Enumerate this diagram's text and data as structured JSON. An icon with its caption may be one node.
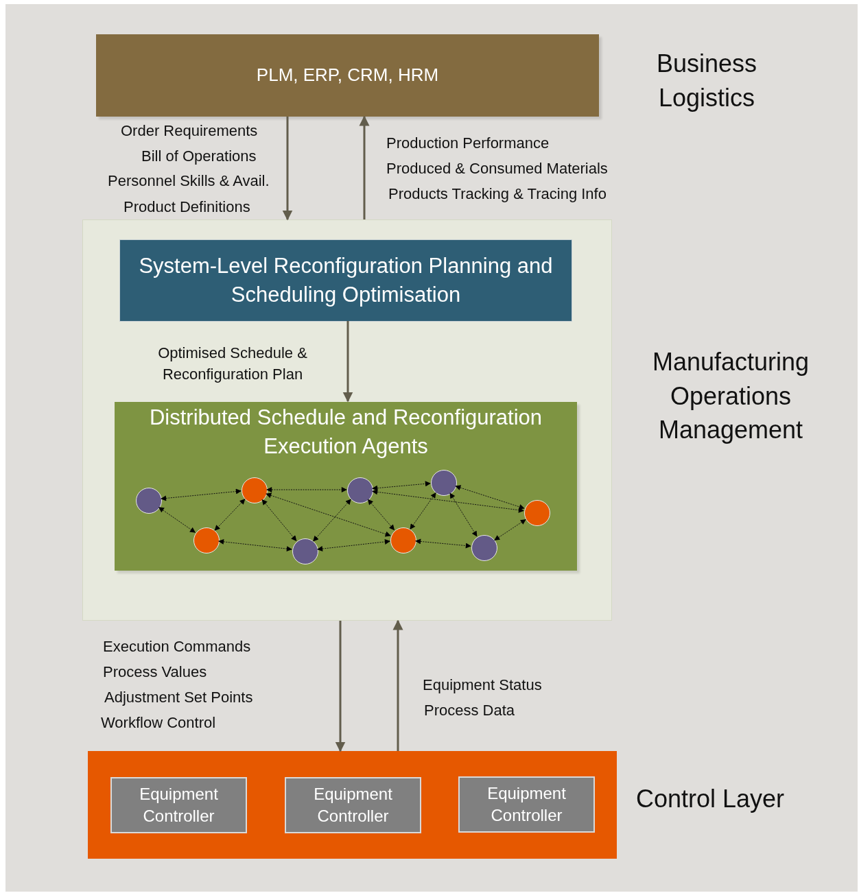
{
  "diagram": {
    "nodes": [
      {
        "text": [
          "PLM, ERP, CRM, HRM"
        ],
        "beside": [
          "Business Logistics"
        ]
      },
      {
        "text": [],
        "shape": "box",
        "beside": [
          "Manufacturing Operations Management"
        ]
      },
      {
        "text": [
          "System-Level Reconfiguration Planning and Scheduling Optimisation"
        ],
        "in": 1
      },
      {
        "text": [
          "Distributed Schedule and Reconfiguration Execution Agents"
        ],
        "in": 1
      },
      {
        "text": [],
        "shape": "circle",
        "in": 3
      },
      {
        "text": [],
        "shape": "circle",
        "in": 3
      },
      {
        "text": [],
        "shape": "circle",
        "in": 3
      },
      {
        "text": [],
        "shape": "circle",
        "in": 3
      },
      {
        "text": [],
        "shape": "circle",
        "in": 3
      },
      {
        "text": [],
        "shape": "circle",
        "in": 3
      },
      {
        "text": [],
        "shape": "circle",
        "in": 3
      },
      {
        "text": [],
        "shape": "circle",
        "in": 3
      },
      {
        "text": [],
        "shape": "circle",
        "in": 3
      },
      {
        "text": [],
        "shape": "box",
        "beside": [
          "Control Layer"
        ]
      },
      {
        "text": [
          "Equipment Controller"
        ],
        "in": 13
      },
      {
        "text": [
          "Equipment Controller"
        ],
        "in": 13
      },
      {
        "text": [
          "Equipment Controller"
        ],
        "in": 13
      }
    ],
    "edges": [
      {
        "from": 0,
        "to": 1,
        "arrow": "to",
        "style": "thick",
        "color": "#625d4c"
      },
      {
        "from": 1,
        "to": 0,
        "arrow": "to",
        "style": "thick",
        "color": "#625d4c"
      },
      {
        "from": 2,
        "to": 3,
        "arrow": "to",
        "style": "thick",
        "color": "#625d4c"
      },
      {
        "from": 1,
        "to": 13,
        "arrow": "to",
        "style": "thick",
        "color": "#625d4c"
      },
      {
        "from": 13,
        "to": 1,
        "arrow": "to",
        "style": "thick",
        "color": "#625d4c"
      },
      {
        "from": 4,
        "to": 6,
        "arrow": "both",
        "style": "dashed"
      },
      {
        "from": 4,
        "to": 5,
        "arrow": "both",
        "style": "dashed"
      },
      {
        "from": 6,
        "to": 5,
        "arrow": "both",
        "style": "dashed"
      },
      {
        "from": 6,
        "to": 8,
        "arrow": "both",
        "style": "dashed"
      },
      {
        "from": 6,
        "to": 7,
        "arrow": "both",
        "style": "dashed"
      },
      {
        "from": 6,
        "to": 9,
        "arrow": "both",
        "style": "dashed"
      },
      {
        "from": 5,
        "to": 7,
        "arrow": "both",
        "style": "dashed"
      },
      {
        "from": 8,
        "to": 7,
        "arrow": "both",
        "style": "dashed"
      },
      {
        "from": 7,
        "to": 9,
        "arrow": "both",
        "style": "dashed"
      },
      {
        "from": 8,
        "to": 9,
        "arrow": "both",
        "style": "dashed"
      },
      {
        "from": 8,
        "to": 10,
        "arrow": "both",
        "style": "dashed"
      },
      {
        "from": 8,
        "to": 12,
        "arrow": "both",
        "style": "dashed"
      },
      {
        "from": 10,
        "to": 9,
        "arrow": "both",
        "style": "dashed"
      },
      {
        "from": 10,
        "to": 12,
        "arrow": "both",
        "style": "dashed"
      },
      {
        "from": 10,
        "to": 11,
        "arrow": "both",
        "style": "dashed"
      },
      {
        "from": 9,
        "to": 11,
        "arrow": "both",
        "style": "dashed"
      },
      {
        "from": 11,
        "to": 12,
        "arrow": "both",
        "style": "dashed"
      }
    ],
    "labels": [
      "Order Requirements",
      "Bill of Operations",
      "Personnel Skills & Avail.",
      "Product Definitions",
      "Production Performance",
      "Produced & Consumed Materials",
      "Products Tracking & Tracing Info",
      "Optimised  Schedule & Reconfiguration Plan",
      "Execution Commands",
      "Process Values",
      "Adjustment Set Points",
      "Workflow Control",
      "Equipment Status",
      "Process Data"
    ]
  }
}
